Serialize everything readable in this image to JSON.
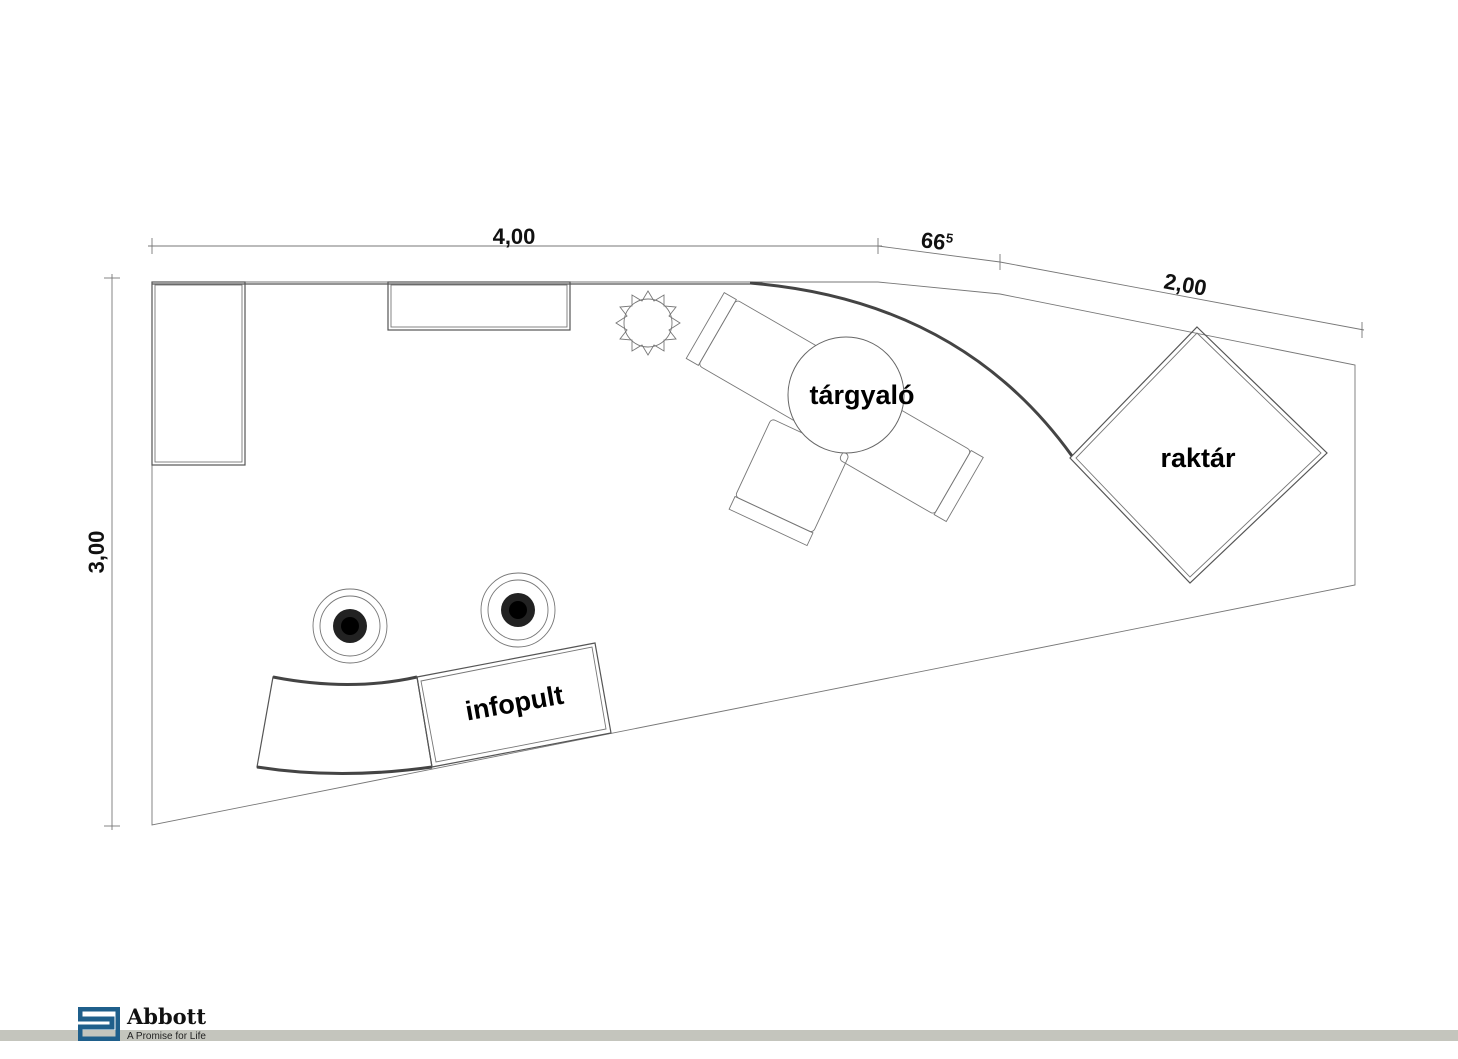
{
  "plan": {
    "dimensions": {
      "top_main": "4,00",
      "top_short": "66",
      "top_short_sup": "5",
      "top_diag": "2,00",
      "left": "3,00"
    },
    "rooms": {
      "meeting": "tárgyaló",
      "storage": "raktár",
      "info_desk": "infopult"
    }
  },
  "footer": {
    "brand": "Abbott",
    "tagline": "A Promise for Life",
    "brand_color": "#1f5f8b",
    "bar_color": "#c4c5bd"
  }
}
